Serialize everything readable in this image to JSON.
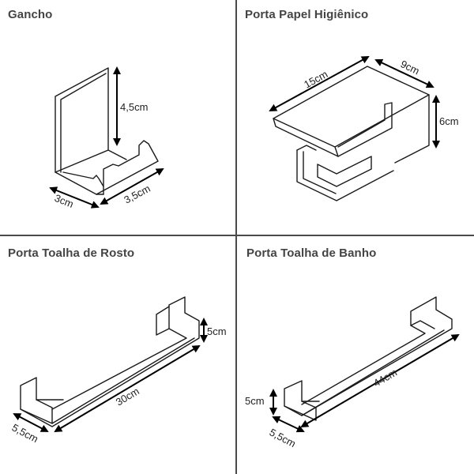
{
  "panels": [
    {
      "title": "Gancho",
      "dimensions": [
        "4,5cm",
        "3cm",
        "3,5cm"
      ]
    },
    {
      "title": "Porta Papel Higiênico",
      "dimensions": [
        "15cm",
        "9cm",
        "6cm"
      ]
    },
    {
      "title": "Porta Toalha de Rosto",
      "dimensions": [
        "5cm",
        "30cm",
        "5,5cm"
      ]
    },
    {
      "title": "Porta Toalha de Banho",
      "dimensions": [
        "5cm",
        "44cm",
        "5,5cm"
      ]
    }
  ],
  "colors": {
    "line": "#1a1a1a",
    "title": "#444444",
    "divider": "#4a4a4a"
  }
}
